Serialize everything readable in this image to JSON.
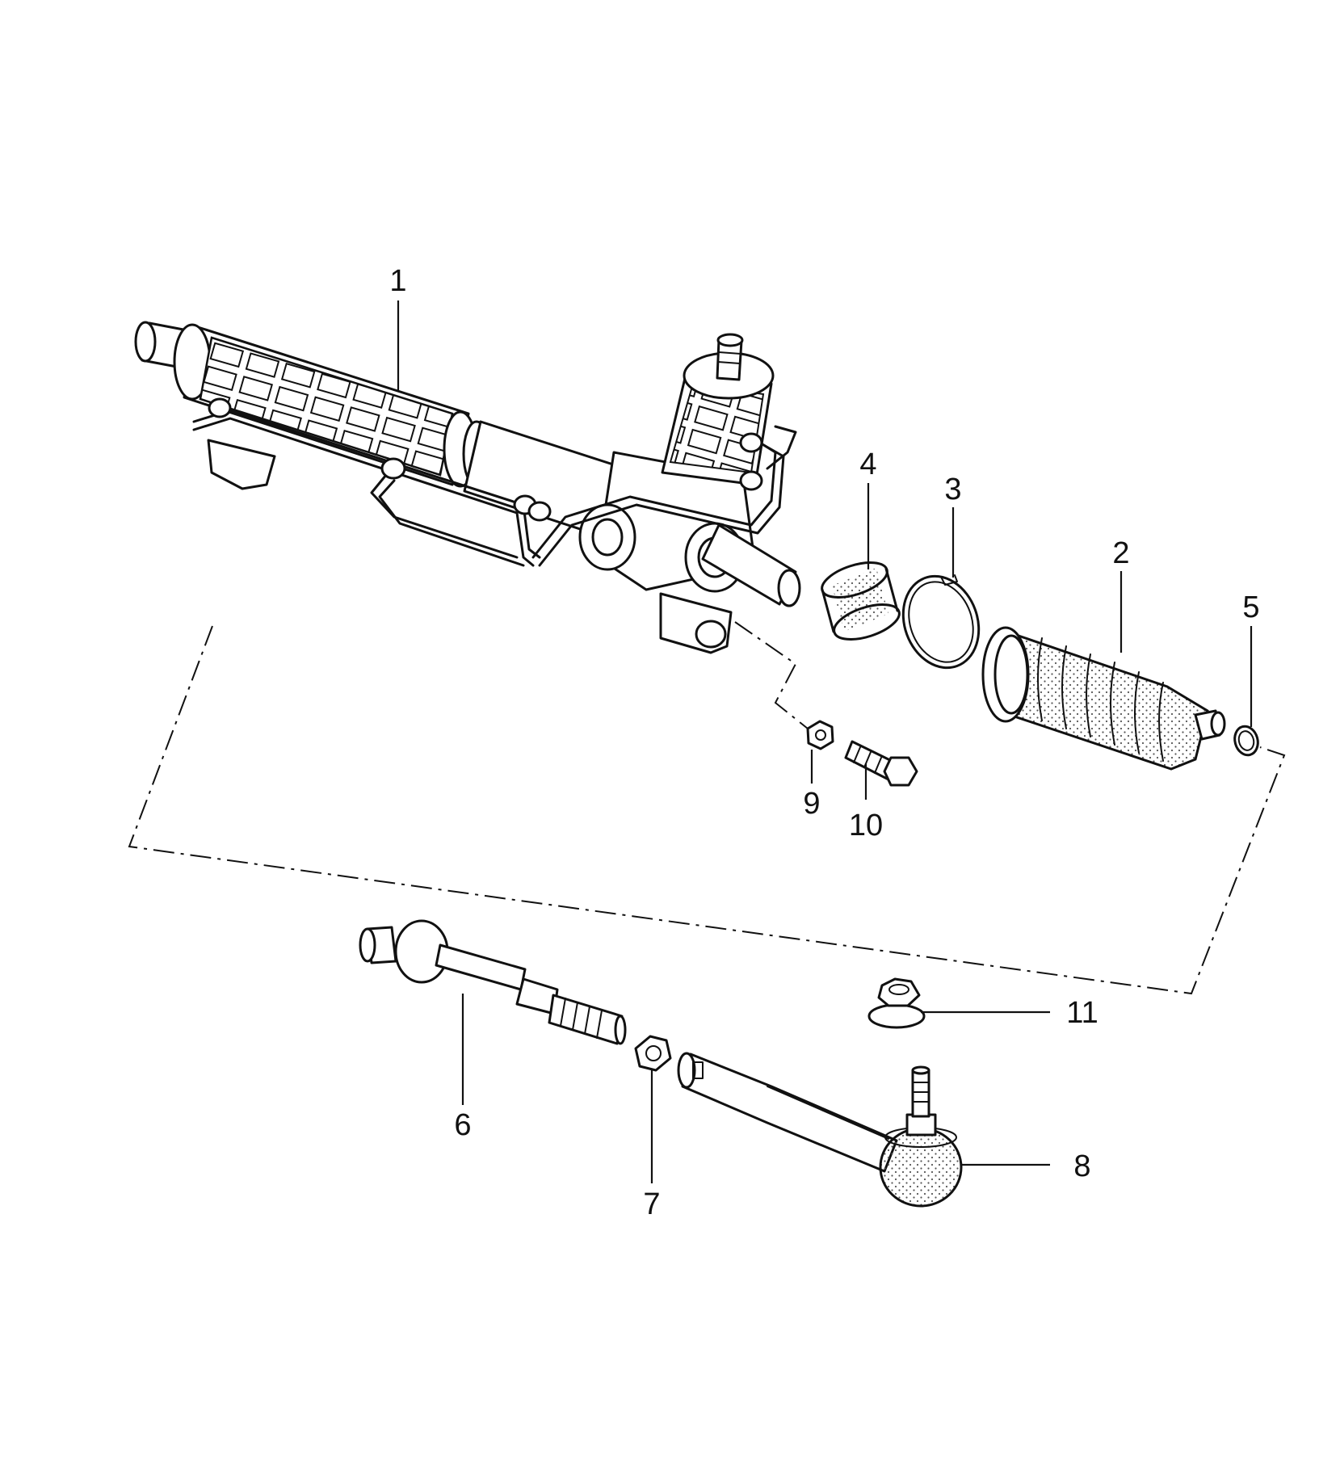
{
  "callouts": {
    "c1": "1",
    "c2": "2",
    "c3": "3",
    "c4": "4",
    "c5": "5",
    "c6": "6",
    "c7": "7",
    "c8": "8",
    "c9": "9",
    "c10": "10",
    "c11": "11"
  },
  "colors": {
    "ink": "#111111",
    "paper": "#ffffff",
    "stipple": "#555555"
  }
}
